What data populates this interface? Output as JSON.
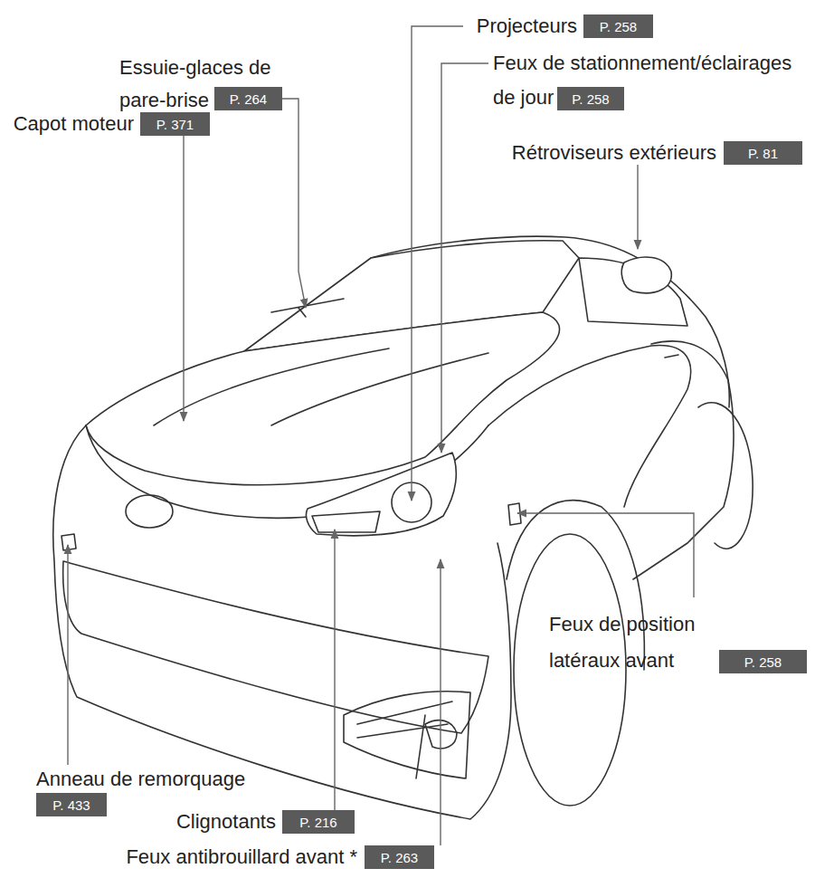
{
  "diagram": {
    "nodes": [
      {
        "text": [
          "Projecteurs",
          "P. 258"
        ]
      },
      {
        "text": [
          "Essuie-glaces de pare-brise",
          "P. 264"
        ]
      },
      {
        "text": [
          "Feux de stationnement/éclairages de jour",
          "P. 258"
        ]
      },
      {
        "text": [
          "Capot moteur",
          "P. 371"
        ]
      },
      {
        "text": [
          "Rétroviseurs extérieurs",
          "P. 81"
        ]
      },
      {
        "text": [
          "Feux de position latéraux avant",
          "P. 258"
        ]
      },
      {
        "text": [
          "Anneau de remorquage",
          "P. 433"
        ]
      },
      {
        "text": [
          "Clignotants",
          "P. 216"
        ]
      },
      {
        "text": [
          "Feux antibrouillard avant *",
          "P. 263"
        ]
      }
    ]
  }
}
